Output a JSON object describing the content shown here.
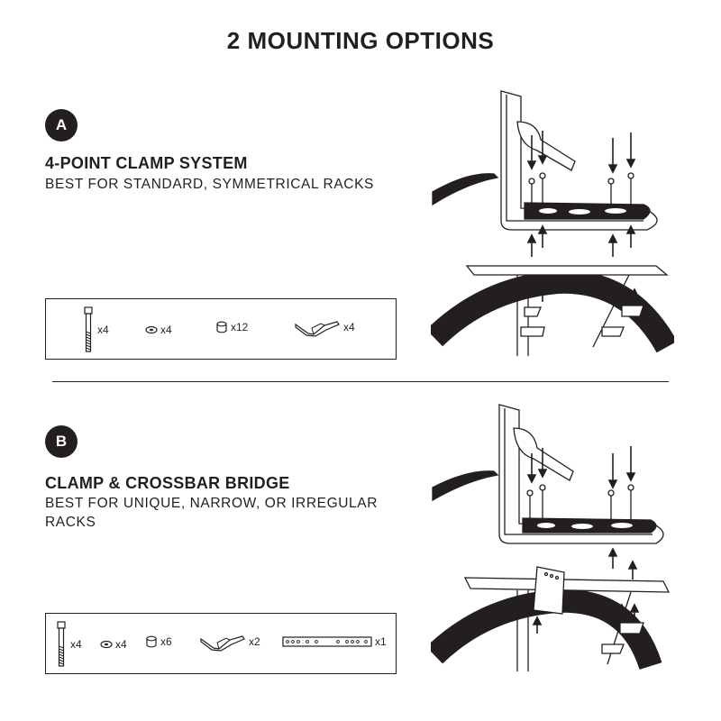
{
  "title": "2 MOUNTING OPTIONS",
  "options": [
    {
      "badge": "A",
      "heading": "4-POINT CLAMP SYSTEM",
      "subtitle": "BEST FOR STANDARD, SYMMETRICAL RACKS",
      "parts": [
        {
          "icon": "bolt-icon",
          "qty": "x4"
        },
        {
          "icon": "washer-icon",
          "qty": "x4"
        },
        {
          "icon": "spacer-icon",
          "qty": "x12"
        },
        {
          "icon": "clamp-icon",
          "qty": "x4"
        }
      ]
    },
    {
      "badge": "B",
      "heading": "CLAMP & CROSSBAR BRIDGE",
      "subtitle": "BEST FOR UNIQUE, NARROW, OR IRREGULAR RACKS",
      "parts": [
        {
          "icon": "bolt-icon",
          "qty": "x4"
        },
        {
          "icon": "washer-icon",
          "qty": "x4"
        },
        {
          "icon": "spacer-icon",
          "qty": "x6"
        },
        {
          "icon": "clamp-icon",
          "qty": "x2"
        },
        {
          "icon": "crossbar-bridge-icon",
          "qty": "x1"
        }
      ]
    }
  ],
  "colors": {
    "ink": "#231f20",
    "background": "#ffffff"
  }
}
